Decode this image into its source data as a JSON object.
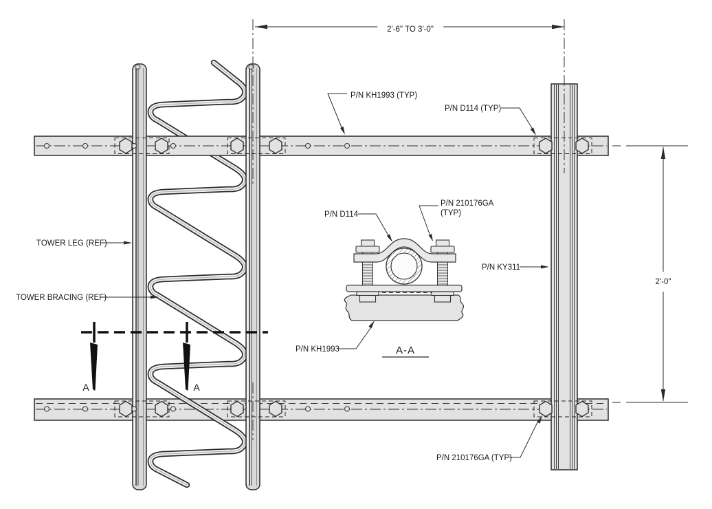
{
  "drawing": {
    "section_title": "A-A",
    "dimensions": {
      "horizontal_spacing": "2'-6\" TO 3'-0\"",
      "vertical_spacing": "2'-0\""
    },
    "labels": {
      "tower_leg": "TOWER LEG (REF)",
      "tower_bracing": "TOWER BRACING (REF)",
      "horizontal_rail_typ": "P/N KH1993 (TYP)",
      "pipe_clamp_typ": "P/N D114 (TYP)",
      "bolt_detail_line1": "P/N 210176GA",
      "bolt_detail_line2": "(TYP)",
      "clamp_detail": "P/N D114",
      "vertical_strut": "P/N KY311",
      "rail_detail": "P/N KH1993",
      "bolt_lower_typ": "P/N 210176GA (TYP)",
      "section_marker": "A"
    },
    "colors": {
      "line": "#2b2b2b",
      "rail_fill": "#e2e2e2",
      "leg_fill": "#d9d9d9",
      "detail_fill": "#e8e8e8",
      "background": "#ffffff"
    }
  }
}
